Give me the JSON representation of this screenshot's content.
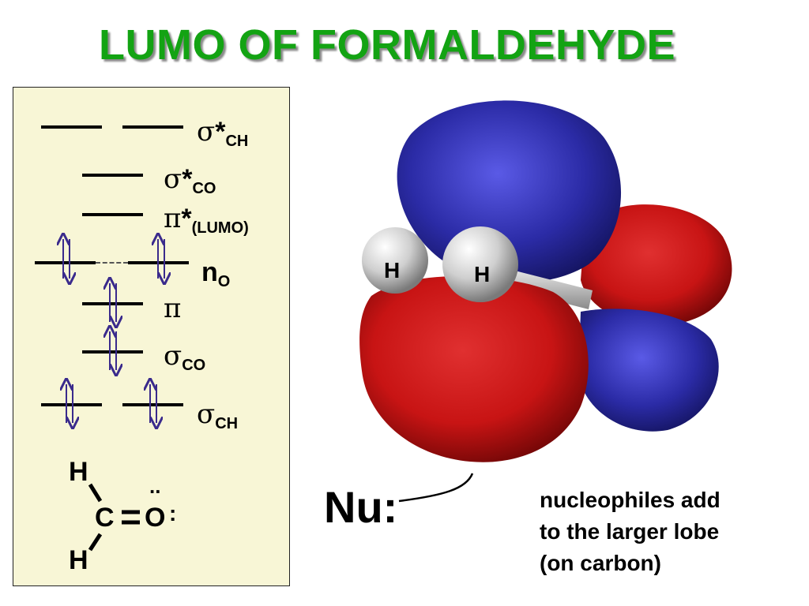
{
  "title": "LUMO OF FORMALDEHYDE",
  "levels": [
    {
      "symbol": "σ",
      "star": "*",
      "sub": "CH"
    },
    {
      "symbol": "σ",
      "star": "*",
      "sub": "CO"
    },
    {
      "symbol": "π",
      "star": "*",
      "sub": "(LUMO)"
    },
    {
      "symbol": "n",
      "star": "",
      "sub": "O"
    },
    {
      "symbol": "π",
      "star": "",
      "sub": ""
    },
    {
      "symbol": "σ",
      "star": "",
      "sub": "CO"
    },
    {
      "symbol": "σ",
      "star": "",
      "sub": "CH"
    }
  ],
  "structure": {
    "h_top": "H",
    "carbon": "C",
    "oxygen": "O",
    "h_bottom": "H",
    "lone_pair": ":",
    "lone_pair_top": ".."
  },
  "orbital": {
    "h_left": "H",
    "h_right": "H",
    "colors": {
      "positive": "#2b2ba6",
      "negative": "#c81414"
    }
  },
  "nucleophile": "Nu:",
  "caption": [
    "nucleophiles add",
    "to the larger lobe",
    "(on carbon)"
  ]
}
